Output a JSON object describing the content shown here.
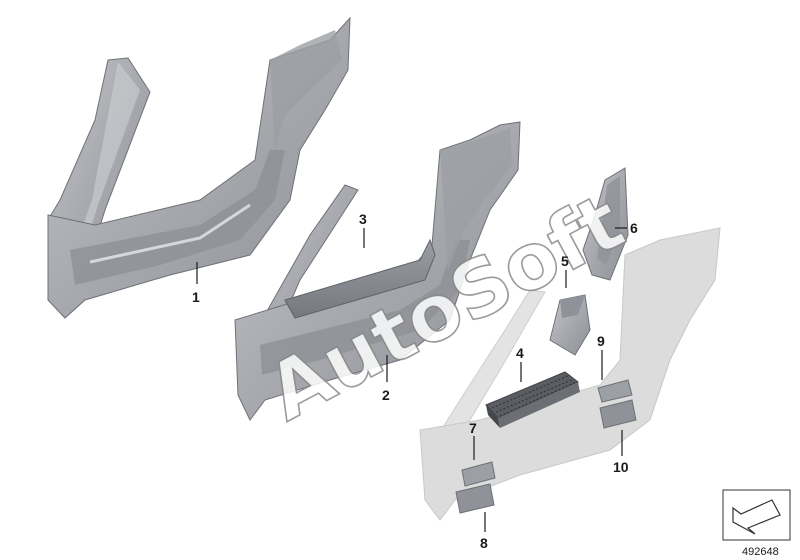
{
  "watermark": "AutoSoft",
  "diagram_id": "492648",
  "callouts": [
    {
      "id": "1",
      "label": "1"
    },
    {
      "id": "2",
      "label": "2"
    },
    {
      "id": "3",
      "label": "3"
    },
    {
      "id": "4",
      "label": "4"
    },
    {
      "id": "5",
      "label": "5"
    },
    {
      "id": "6",
      "label": "6"
    },
    {
      "id": "7",
      "label": "7"
    },
    {
      "id": "8",
      "label": "8"
    },
    {
      "id": "9",
      "label": "9"
    },
    {
      "id": "10",
      "label": "10"
    }
  ],
  "colors": {
    "part_fill": "#a9abb0",
    "part_dark": "#7d8086",
    "part_light": "#c9cbcf",
    "ghost_fill": "#dcdcdc",
    "ghost_edge": "#c8c8c8"
  }
}
